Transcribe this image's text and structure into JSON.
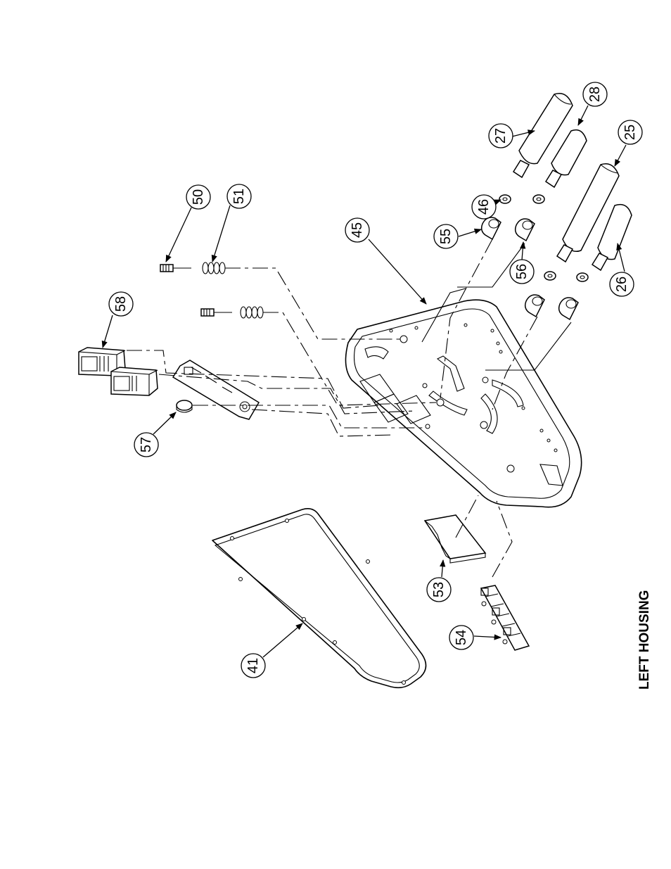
{
  "drawing": {
    "title": "LEFT HOUSING",
    "callouts": [
      "50",
      "51",
      "58",
      "57",
      "45",
      "55",
      "46",
      "27",
      "28",
      "25",
      "56",
      "26",
      "53",
      "54",
      "41"
    ]
  }
}
